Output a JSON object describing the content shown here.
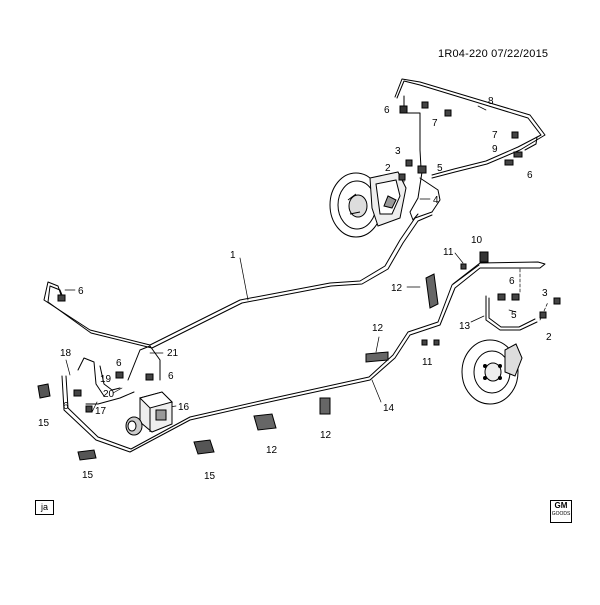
{
  "diagram": {
    "drawing_code": "1R04-220 07/22/2015",
    "corner_tag": "ja",
    "logo_text": "GM",
    "logo_sub": "GOODS",
    "callouts": [
      {
        "id": "c1",
        "text": "1"
      },
      {
        "id": "c2a",
        "text": "2"
      },
      {
        "id": "c2b",
        "text": "2"
      },
      {
        "id": "c3a",
        "text": "3"
      },
      {
        "id": "c3b",
        "text": "3"
      },
      {
        "id": "c4",
        "text": "4"
      },
      {
        "id": "c5a",
        "text": "5"
      },
      {
        "id": "c5b",
        "text": "5"
      },
      {
        "id": "c6a",
        "text": "6"
      },
      {
        "id": "c6b",
        "text": "6"
      },
      {
        "id": "c6c",
        "text": "6"
      },
      {
        "id": "c6d",
        "text": "6"
      },
      {
        "id": "c6e",
        "text": "6"
      },
      {
        "id": "c6f",
        "text": "6"
      },
      {
        "id": "c6g",
        "text": "6"
      },
      {
        "id": "c7a",
        "text": "7"
      },
      {
        "id": "c7b",
        "text": "7"
      },
      {
        "id": "c8",
        "text": "8"
      },
      {
        "id": "c9",
        "text": "9"
      },
      {
        "id": "c10",
        "text": "10"
      },
      {
        "id": "c11a",
        "text": "11"
      },
      {
        "id": "c11b",
        "text": "11"
      },
      {
        "id": "c12a",
        "text": "12"
      },
      {
        "id": "c12b",
        "text": "12"
      },
      {
        "id": "c12c",
        "text": "12"
      },
      {
        "id": "c12d",
        "text": "12"
      },
      {
        "id": "c13",
        "text": "13"
      },
      {
        "id": "c14",
        "text": "14"
      },
      {
        "id": "c15a",
        "text": "15"
      },
      {
        "id": "c15b",
        "text": "15"
      },
      {
        "id": "c15c",
        "text": "15"
      },
      {
        "id": "c16",
        "text": "16"
      },
      {
        "id": "c17",
        "text": "17"
      },
      {
        "id": "c18",
        "text": "18"
      },
      {
        "id": "c19",
        "text": "19"
      },
      {
        "id": "c20",
        "text": "20"
      },
      {
        "id": "c21",
        "text": "21"
      }
    ]
  }
}
